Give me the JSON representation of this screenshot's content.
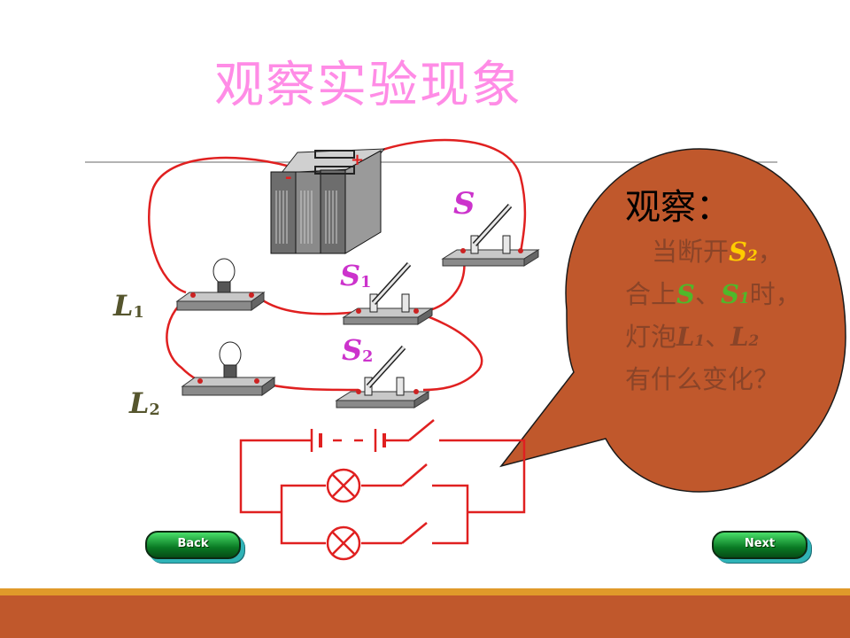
{
  "title": "观察实验现象",
  "labels": {
    "s": "S",
    "s1_letter": "S",
    "s1_sub": "1",
    "s2_letter": "S",
    "s2_sub": "2",
    "l1_letter": "L",
    "l1_sub": "1",
    "l2_letter": "L",
    "l2_sub": "2",
    "battery_minus": "-",
    "battery_plus": "+"
  },
  "bubble": {
    "heading": "观察：",
    "line1_pre": "当断开",
    "line1_s": "S",
    "line1_sub": "2",
    "line1_post": "，",
    "line2_pre": "合上",
    "line2_s": "S",
    "line2_mid": "、",
    "line2_s1": "S",
    "line2_s1_sub": "1",
    "line2_post": "时，",
    "line3_pre": "灯泡",
    "line3_l1": "L",
    "line3_l1_sub": "1",
    "line3_mid": "、",
    "line3_l2": "L",
    "line3_l2_sub": "2",
    "line4": "有什么变化？"
  },
  "nav": {
    "back_label": "Back",
    "next_label": "Next"
  },
  "colors": {
    "title": "#ff8ce6",
    "wire": "#e02020",
    "bubble": "#c0582c",
    "switch_label": "#cc33cc",
    "lamp_label": "#55552d",
    "highlight_green": "#4fb82a",
    "highlight_yellow": "#ffcc00",
    "footer_orange": "#e09a2a",
    "footer_rust": "#c0582c"
  }
}
